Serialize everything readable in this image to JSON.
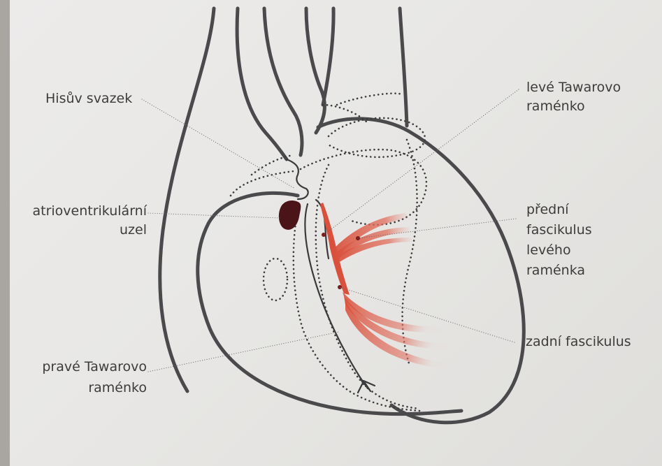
{
  "labels": {
    "his_bundle": "Hisův svazek",
    "av_node": [
      "atrioventrikulární",
      "uzel"
    ],
    "left_bundle_branch": [
      "levé Tawarovo",
      "raménko"
    ],
    "anterior_fascicle": [
      "přední",
      "fascikulus",
      "levého",
      "raménka"
    ],
    "posterior_fascicle": "zadní fascikulus",
    "right_bundle_branch": [
      "pravé Tawarovo",
      "raménko"
    ]
  },
  "colors": {
    "outline": "#4a4a4c",
    "av_node": "#4a1418",
    "fascicle_red": "#d9503c",
    "background": "#e8e7e5"
  }
}
